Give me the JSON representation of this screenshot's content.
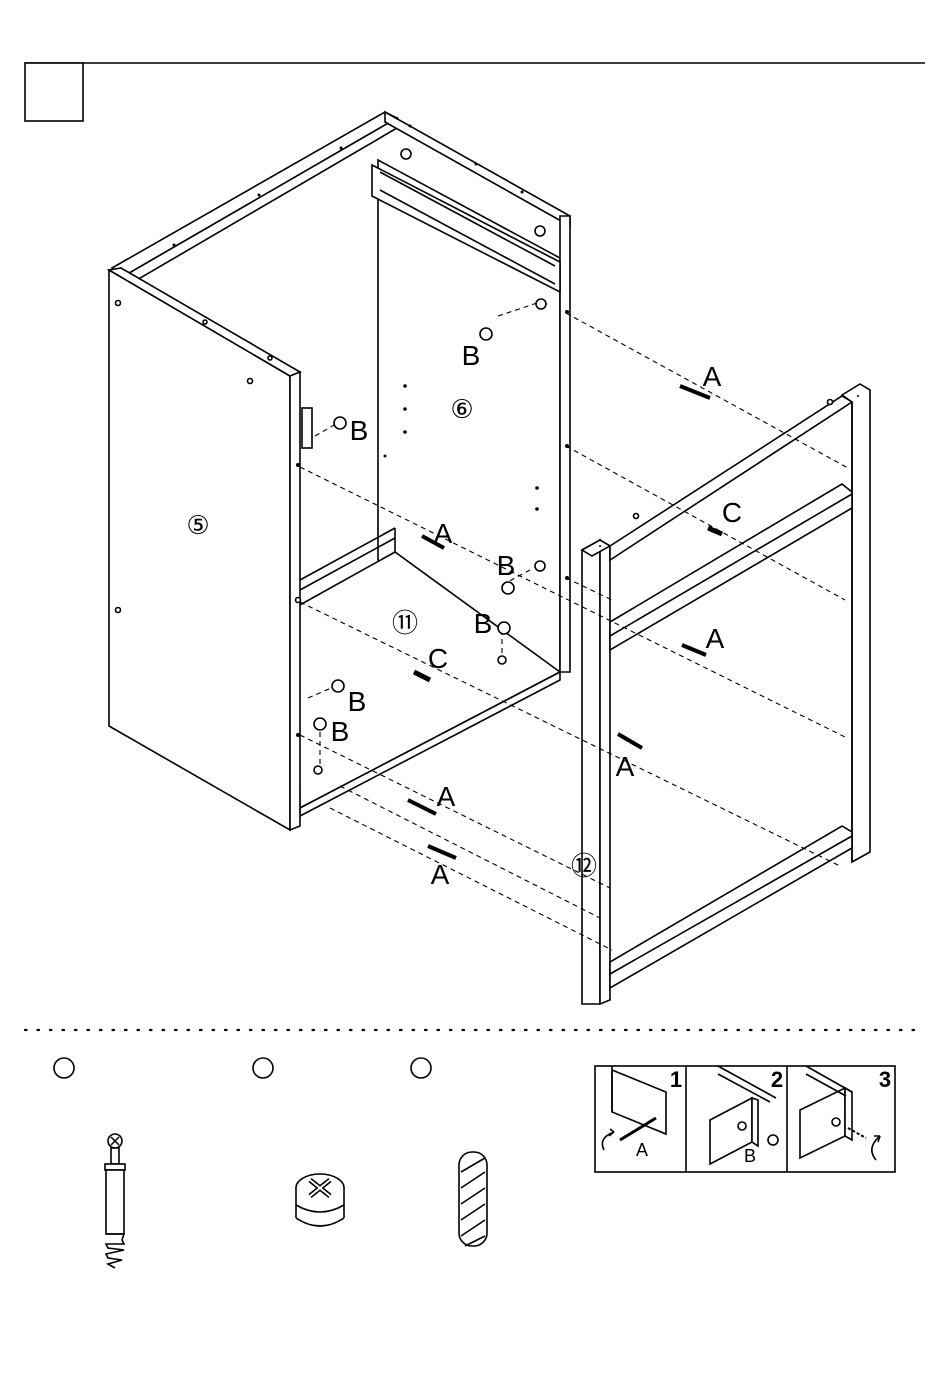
{
  "step": {
    "number": ""
  },
  "parts": {
    "left_panel": "⑤",
    "back_panel": "⑥",
    "bottom_panel": "⑪",
    "frame": "⑫"
  },
  "hardware_labels": {
    "a": "A",
    "b": "B",
    "c": "C"
  },
  "hardware_list": [
    {
      "id": "A",
      "icon": "cam-bolt-icon",
      "quantity": ""
    },
    {
      "id": "B",
      "icon": "cam-lock-icon",
      "quantity": ""
    },
    {
      "id": "C",
      "icon": "wooden-dowel-icon",
      "quantity": ""
    }
  ],
  "inset": {
    "steps": [
      {
        "number": "1",
        "label": "A"
      },
      {
        "number": "2",
        "label": "B"
      },
      {
        "number": "3",
        "label": ""
      }
    ]
  }
}
